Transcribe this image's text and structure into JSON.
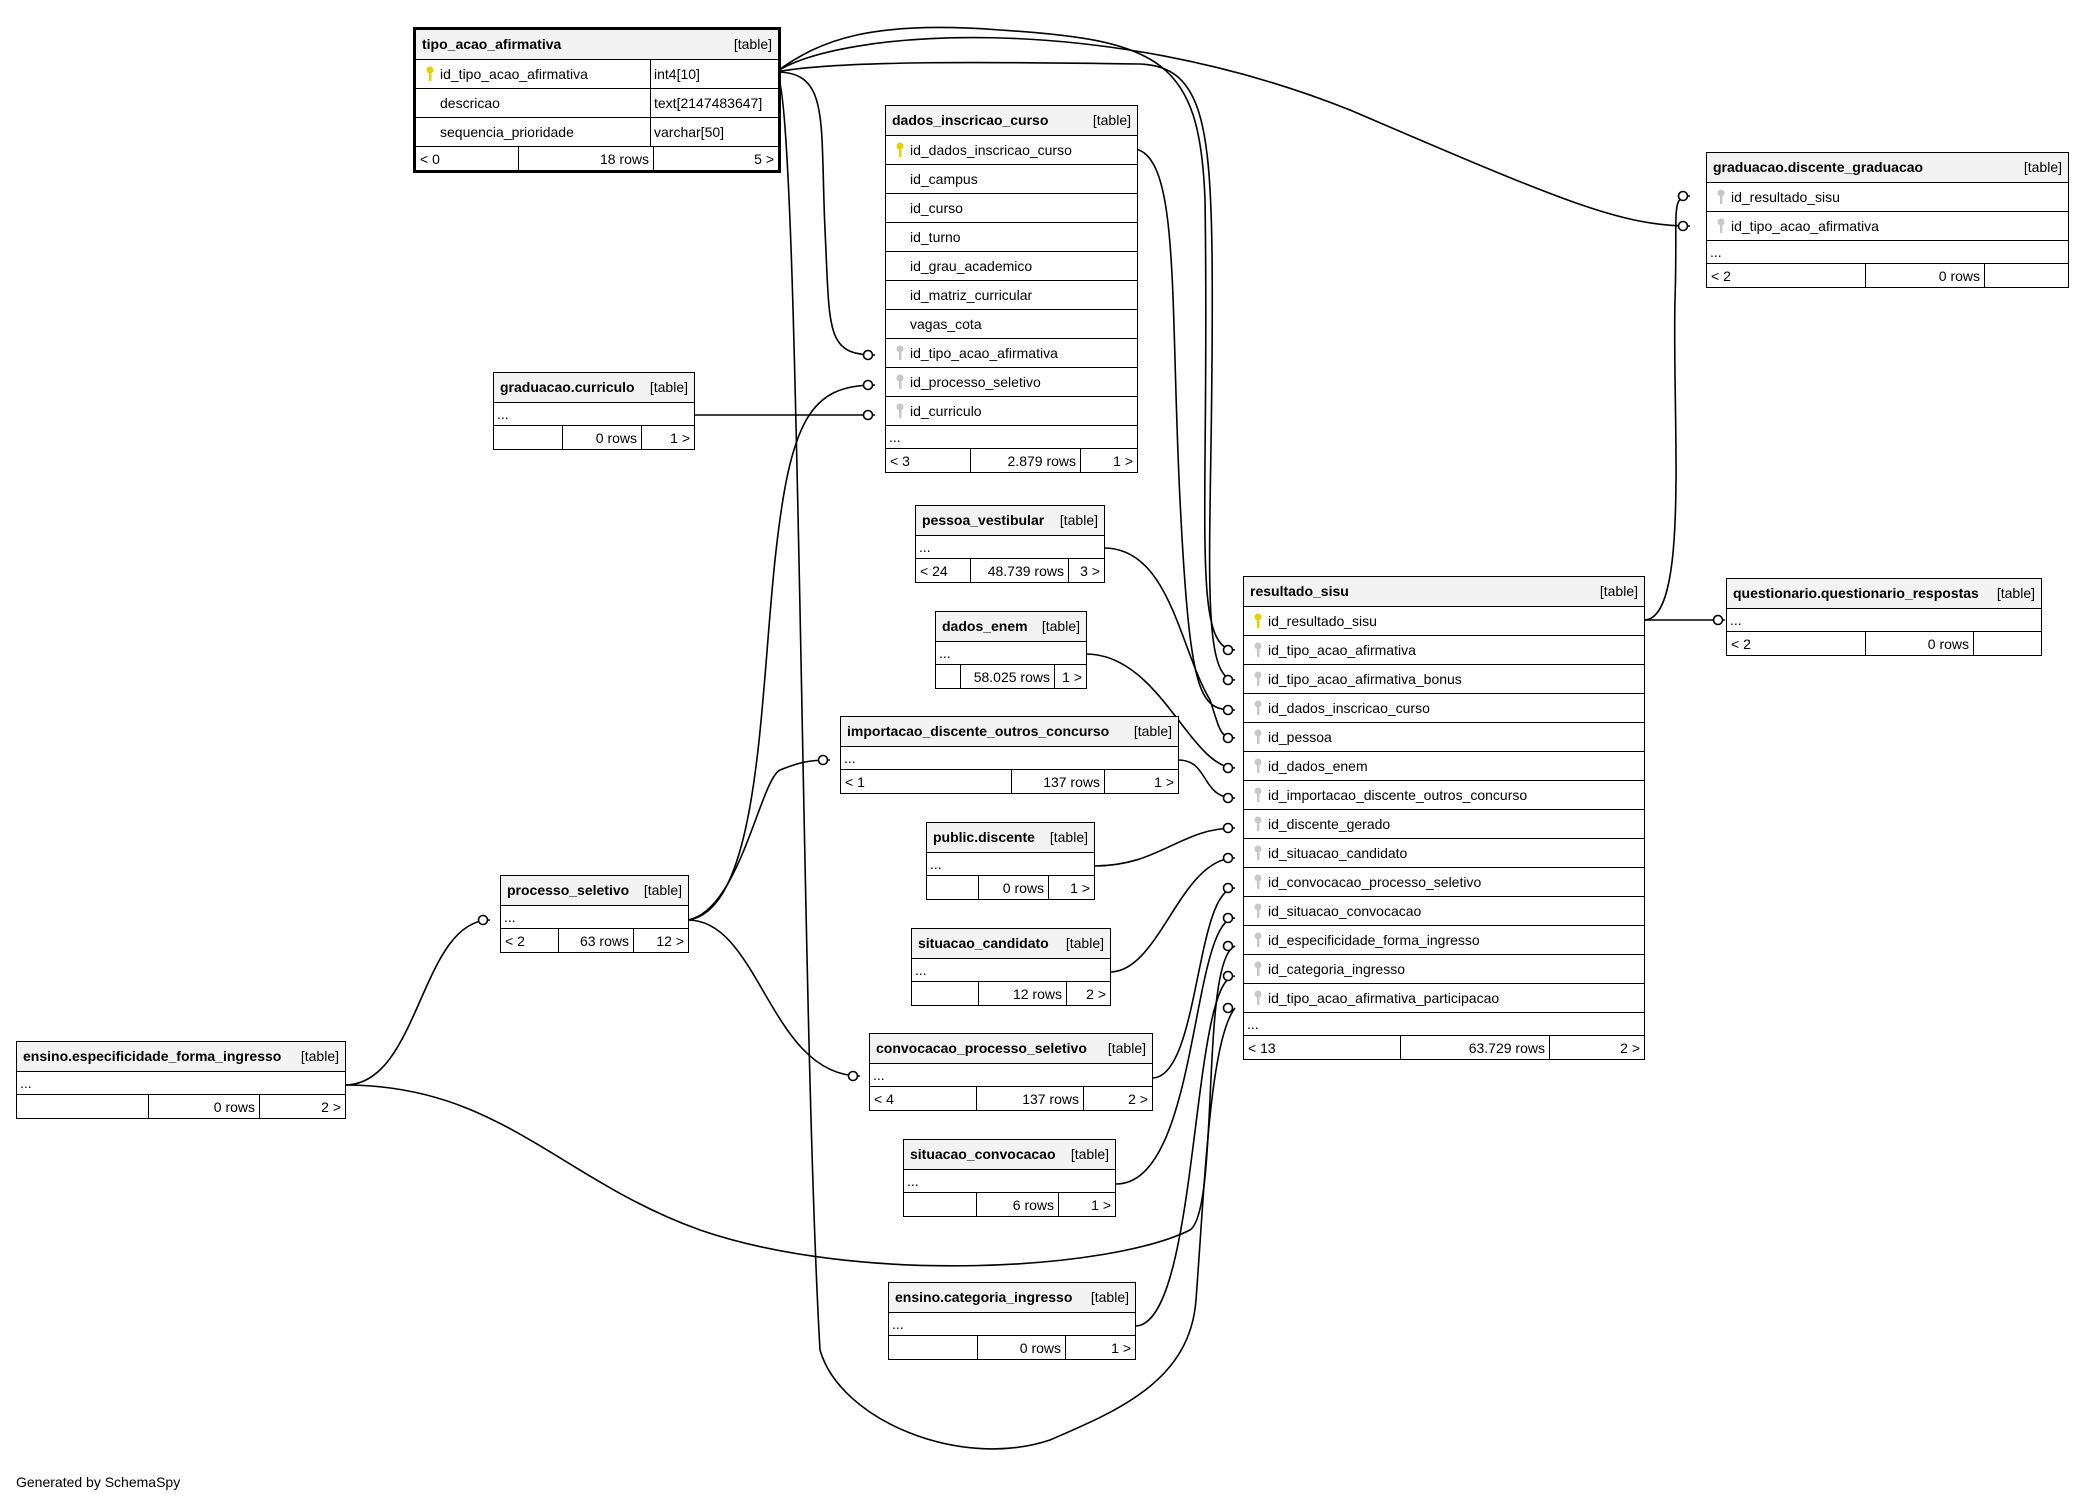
{
  "footer_text": "Generated by SchemaSpy",
  "tables": {
    "tipo_acao_afirmativa": {
      "name": "tipo_acao_afirmativa",
      "type": "[table]",
      "columns": [
        {
          "name": "id_tipo_acao_afirmativa",
          "type": "int4[10]",
          "key": "pk"
        },
        {
          "name": "descricao",
          "type": "text[2147483647]",
          "key": ""
        },
        {
          "name": "sequencia_prioridade",
          "type": "varchar[50]",
          "key": ""
        }
      ],
      "footer": [
        "< 0",
        "18 rows",
        "5 >"
      ]
    },
    "dados_inscricao_curso": {
      "name": "dados_inscricao_curso",
      "type": "[table]",
      "columns": [
        {
          "name": "id_dados_inscricao_curso",
          "key": "pk"
        },
        {
          "name": "id_campus",
          "key": ""
        },
        {
          "name": "id_curso",
          "key": ""
        },
        {
          "name": "id_turno",
          "key": ""
        },
        {
          "name": "id_grau_academico",
          "key": ""
        },
        {
          "name": "id_matriz_curricular",
          "key": ""
        },
        {
          "name": "vagas_cota",
          "key": ""
        },
        {
          "name": "id_tipo_acao_afirmativa",
          "key": "fk"
        },
        {
          "name": "id_processo_seletivo",
          "key": "fk"
        },
        {
          "name": "id_curriculo",
          "key": "fk"
        }
      ],
      "ellipsis": "...",
      "footer": [
        "< 3",
        "2.879 rows",
        "1 >"
      ]
    },
    "graduacao_discente_graduacao": {
      "name": "graduacao.discente_graduacao",
      "type": "[table]",
      "columns": [
        {
          "name": "id_resultado_sisu",
          "key": "fk"
        },
        {
          "name": "id_tipo_acao_afirmativa",
          "key": "fk"
        }
      ],
      "ellipsis": "...",
      "footer": [
        "< 2",
        "0 rows",
        ""
      ]
    },
    "graduacao_curriculo": {
      "name": "graduacao.curriculo",
      "type": "[table]",
      "ellipsis": "...",
      "footer": [
        "",
        "0 rows",
        "1 >"
      ]
    },
    "pessoa_vestibular": {
      "name": "pessoa_vestibular",
      "type": "[table]",
      "ellipsis": "...",
      "footer": [
        "< 24",
        "48.739 rows",
        "3 >"
      ]
    },
    "dados_enem": {
      "name": "dados_enem",
      "type": "[table]",
      "ellipsis": "...",
      "footer": [
        "",
        "58.025 rows",
        "1 >"
      ]
    },
    "resultado_sisu": {
      "name": "resultado_sisu",
      "type": "[table]",
      "columns": [
        {
          "name": "id_resultado_sisu",
          "key": "pk"
        },
        {
          "name": "id_tipo_acao_afirmativa",
          "key": "fk"
        },
        {
          "name": "id_tipo_acao_afirmativa_bonus",
          "key": "fk"
        },
        {
          "name": "id_dados_inscricao_curso",
          "key": "fk"
        },
        {
          "name": "id_pessoa",
          "key": "fk"
        },
        {
          "name": "id_dados_enem",
          "key": "fk"
        },
        {
          "name": "id_importacao_discente_outros_concurso",
          "key": "fk"
        },
        {
          "name": "id_discente_gerado",
          "key": "fk"
        },
        {
          "name": "id_situacao_candidato",
          "key": "fk"
        },
        {
          "name": "id_convocacao_processo_seletivo",
          "key": "fk"
        },
        {
          "name": "id_situacao_convocacao",
          "key": "fk"
        },
        {
          "name": "id_especificidade_forma_ingresso",
          "key": "fk"
        },
        {
          "name": "id_categoria_ingresso",
          "key": "fk"
        },
        {
          "name": "id_tipo_acao_afirmativa_participacao",
          "key": "fk"
        }
      ],
      "ellipsis": "...",
      "footer": [
        "< 13",
        "63.729 rows",
        "2 >"
      ]
    },
    "questionario_questionario_respostas": {
      "name": "questionario.questionario_respostas",
      "type": "[table]",
      "ellipsis": "...",
      "footer": [
        "< 2",
        "0 rows",
        ""
      ]
    },
    "importacao_discente_outros_concurso": {
      "name": "importacao_discente_outros_concurso",
      "type": "[table]",
      "ellipsis": "...",
      "footer": [
        "< 1",
        "137 rows",
        "1 >"
      ]
    },
    "public_discente": {
      "name": "public.discente",
      "type": "[table]",
      "ellipsis": "...",
      "footer": [
        "",
        "0 rows",
        "1 >"
      ]
    },
    "processo_seletivo": {
      "name": "processo_seletivo",
      "type": "[table]",
      "ellipsis": "...",
      "footer": [
        "< 2",
        "63 rows",
        "12 >"
      ]
    },
    "situacao_candidato": {
      "name": "situacao_candidato",
      "type": "[table]",
      "ellipsis": "...",
      "footer": [
        "",
        "12 rows",
        "2 >"
      ]
    },
    "ensino_especificidade_forma_ingresso": {
      "name": "ensino.especificidade_forma_ingresso",
      "type": "[table]",
      "ellipsis": "...",
      "footer": [
        "",
        "0 rows",
        "2 >"
      ]
    },
    "convocacao_processo_seletivo": {
      "name": "convocacao_processo_seletivo",
      "type": "[table]",
      "ellipsis": "...",
      "footer": [
        "< 4",
        "137 rows",
        "2 >"
      ]
    },
    "situacao_convocacao": {
      "name": "situacao_convocacao",
      "type": "[table]",
      "ellipsis": "...",
      "footer": [
        "",
        "6 rows",
        "1 >"
      ]
    },
    "ensino_categoria_ingresso": {
      "name": "ensino.categoria_ingresso",
      "type": "[table]",
      "ellipsis": "...",
      "footer": [
        "",
        "0 rows",
        "1 >"
      ]
    }
  }
}
